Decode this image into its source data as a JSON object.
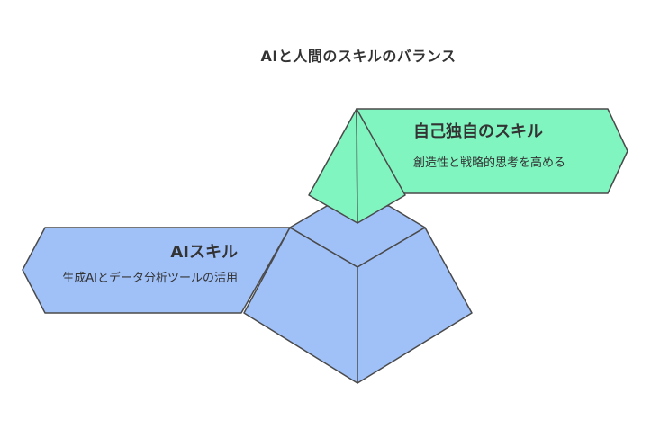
{
  "title": "AIと人間のスキルのバランス",
  "sections": [
    {
      "id": "ai-skill",
      "heading": "AIスキル",
      "description": "生成AIとデータ分析ツールの活用",
      "color": "#a0c0f8"
    },
    {
      "id": "self-skill",
      "heading": "自己独自のスキル",
      "description": "創造性と戦略的思考を高める",
      "color": "#80f5c0"
    }
  ],
  "colors": {
    "stroke": "#4a4a4a",
    "text": "#333333",
    "background": "#ffffff"
  }
}
